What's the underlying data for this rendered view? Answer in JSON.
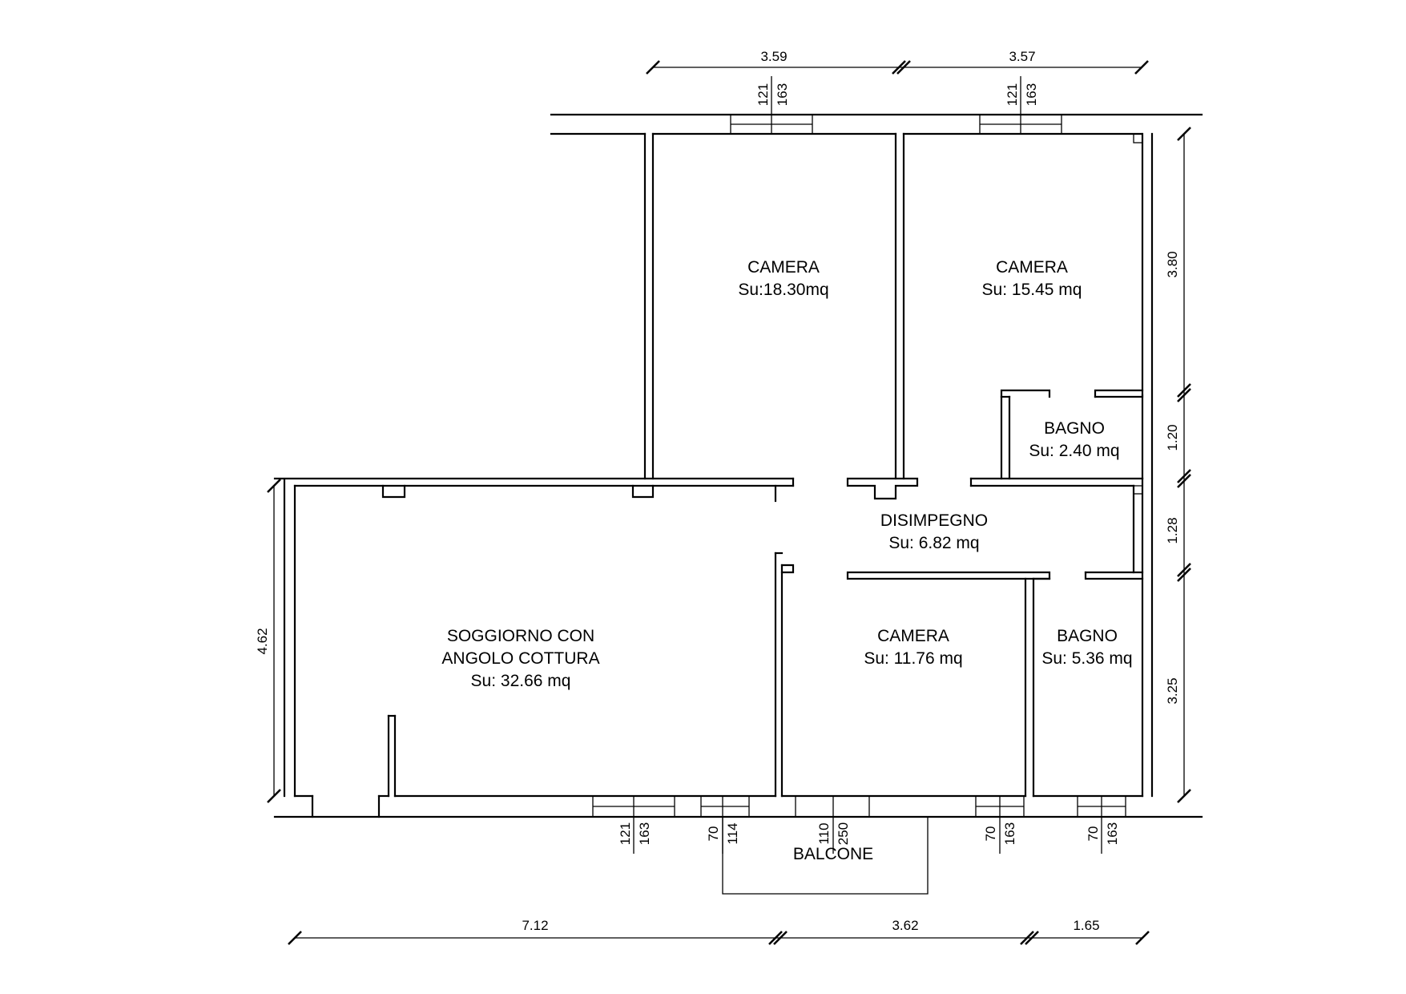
{
  "rooms": {
    "camera_1": {
      "name": "CAMERA",
      "area": "Su:18.30mq"
    },
    "camera_2": {
      "name": "CAMERA",
      "area": "Su: 15.45 mq"
    },
    "bagno_1": {
      "name": "BAGNO",
      "area": "Su: 2.40 mq"
    },
    "disimpegno": {
      "name": "DISIMPEGNO",
      "area": "Su: 6.82 mq"
    },
    "soggiorno": {
      "name_line1": "SOGGIORNO CON",
      "name_line2": "ANGOLO COTTURA",
      "area": "Su: 32.66 mq"
    },
    "camera_3": {
      "name": "CAMERA",
      "area": "Su: 11.76 mq"
    },
    "bagno_2": {
      "name": "BAGNO",
      "area": "Su: 5.36 mq"
    },
    "balcone": {
      "name": "BALCONE"
    }
  },
  "dimensions": {
    "top": [
      "3.59",
      "3.57"
    ],
    "right": [
      "3.80",
      "1.20",
      "1.28",
      "3.25"
    ],
    "left": [
      "4.62"
    ],
    "bottom": [
      "7.12",
      "3.62",
      "1.65"
    ]
  },
  "windows": {
    "top_1": [
      "121",
      "163"
    ],
    "top_2": [
      "121",
      "163"
    ],
    "bottom_1": [
      "121",
      "163"
    ],
    "bottom_2": [
      "70",
      "114"
    ],
    "bottom_3": [
      "110",
      "250"
    ],
    "bottom_4": [
      "70",
      "163"
    ],
    "bottom_5": [
      "70",
      "163"
    ]
  }
}
